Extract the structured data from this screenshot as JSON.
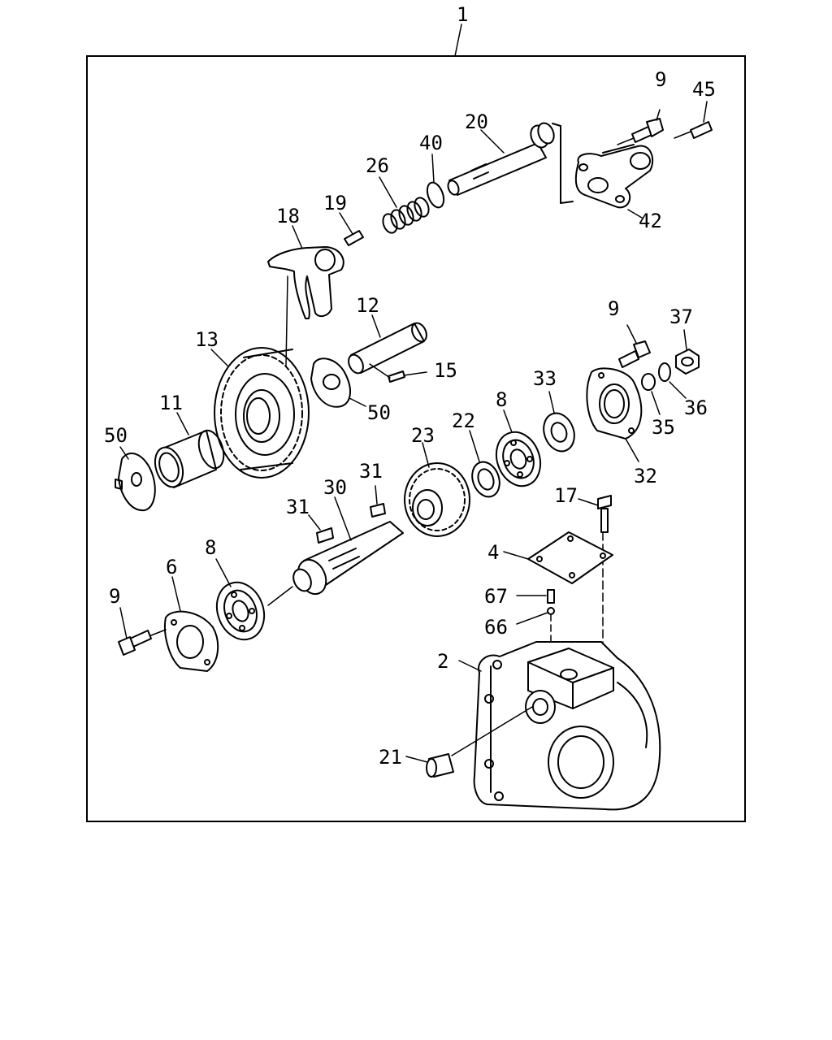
{
  "diagram": {
    "callouts": [
      {
        "id": "top",
        "label": "1"
      },
      {
        "id": "c9a",
        "label": "9"
      },
      {
        "id": "c45",
        "label": "45"
      },
      {
        "id": "c20",
        "label": "20"
      },
      {
        "id": "c40",
        "label": "40"
      },
      {
        "id": "c26",
        "label": "26"
      },
      {
        "id": "c19",
        "label": "19"
      },
      {
        "id": "c18",
        "label": "18"
      },
      {
        "id": "c42",
        "label": "42"
      },
      {
        "id": "c12",
        "label": "12"
      },
      {
        "id": "c13",
        "label": "13"
      },
      {
        "id": "c15",
        "label": "15"
      },
      {
        "id": "c50a",
        "label": "50"
      },
      {
        "id": "c9b",
        "label": "9"
      },
      {
        "id": "c37",
        "label": "37"
      },
      {
        "id": "c36",
        "label": "36"
      },
      {
        "id": "c35",
        "label": "35"
      },
      {
        "id": "c32",
        "label": "32"
      },
      {
        "id": "c33",
        "label": "33"
      },
      {
        "id": "c8a",
        "label": "8"
      },
      {
        "id": "c22",
        "label": "22"
      },
      {
        "id": "c23",
        "label": "23"
      },
      {
        "id": "c11",
        "label": "11"
      },
      {
        "id": "c50b",
        "label": "50"
      },
      {
        "id": "c31a",
        "label": "31"
      },
      {
        "id": "c31b",
        "label": "31"
      },
      {
        "id": "c30",
        "label": "30"
      },
      {
        "id": "c17",
        "label": "17"
      },
      {
        "id": "c4",
        "label": "4"
      },
      {
        "id": "c8b",
        "label": "8"
      },
      {
        "id": "c6",
        "label": "6"
      },
      {
        "id": "c9c",
        "label": "9"
      },
      {
        "id": "c67",
        "label": "67"
      },
      {
        "id": "c66",
        "label": "66"
      },
      {
        "id": "c2",
        "label": "2"
      },
      {
        "id": "c21",
        "label": "21"
      }
    ]
  }
}
